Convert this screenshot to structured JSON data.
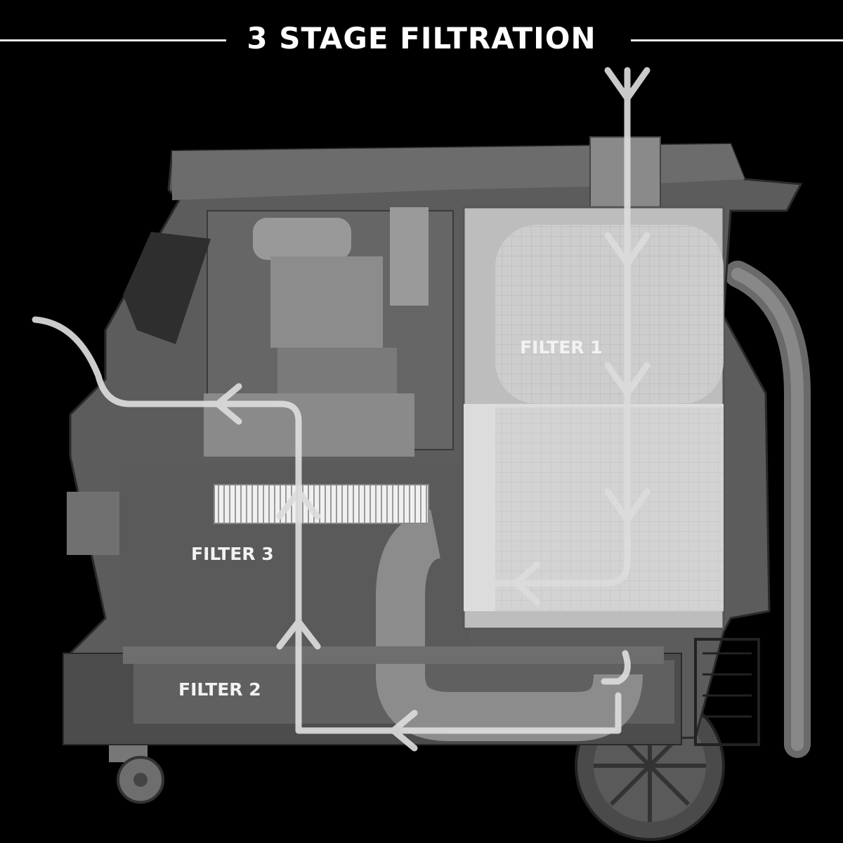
{
  "title": "3 STAGE FILTRATION",
  "labels": {
    "filter1": "FILTER 1",
    "filter2": "FILTER 2",
    "filter3": "FILTER 3"
  },
  "colors": {
    "background": "#000000",
    "body": "#5c5c5c",
    "body_dark": "#3e3e3e",
    "filter_light": "#d4d4d4",
    "airflow_arrow": "#d9d9d9"
  }
}
